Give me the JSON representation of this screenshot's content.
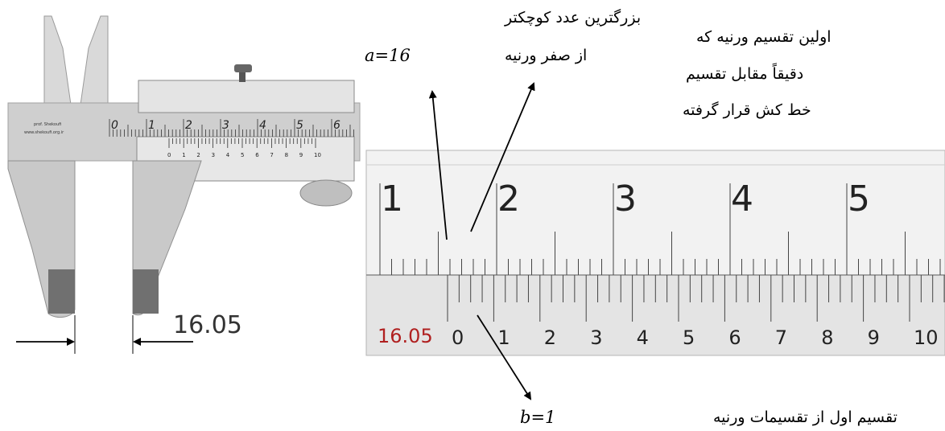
{
  "caliper": {
    "stamp_line1": "prof. Shekoufi",
    "stamp_line2": "www.shekoufi.org.ir",
    "main_numbers": [
      "0",
      "1",
      "2",
      "3",
      "4",
      "5",
      "6"
    ],
    "vernier_numbers": [
      "0",
      "1",
      "2",
      "3",
      "4",
      "5",
      "6",
      "7",
      "8",
      "9",
      "10"
    ],
    "reading": "16.05"
  },
  "zoom": {
    "main_numbers": [
      "1",
      "2",
      "3",
      "4",
      "5"
    ],
    "vernier_numbers": [
      "0",
      "1",
      "2",
      "3",
      "4",
      "5",
      "6",
      "7",
      "8",
      "9",
      "10"
    ],
    "reading": "16.05",
    "reading_color": "#b02020"
  },
  "annotations": {
    "top_line1": "بزرگترین عدد کوچکتر",
    "top_line2_text": "از صفر ورنیه",
    "top_line2_formula": "a=16",
    "right_line1": "اولین تقسیم ورنیه که",
    "right_line2": "دقیقاً مقابل تقسیم",
    "right_line3": "خط کش قرار گرفته",
    "bottom_text": "تقسیم اول از تقسیمات ورنیه",
    "bottom_formula": "b=1"
  }
}
